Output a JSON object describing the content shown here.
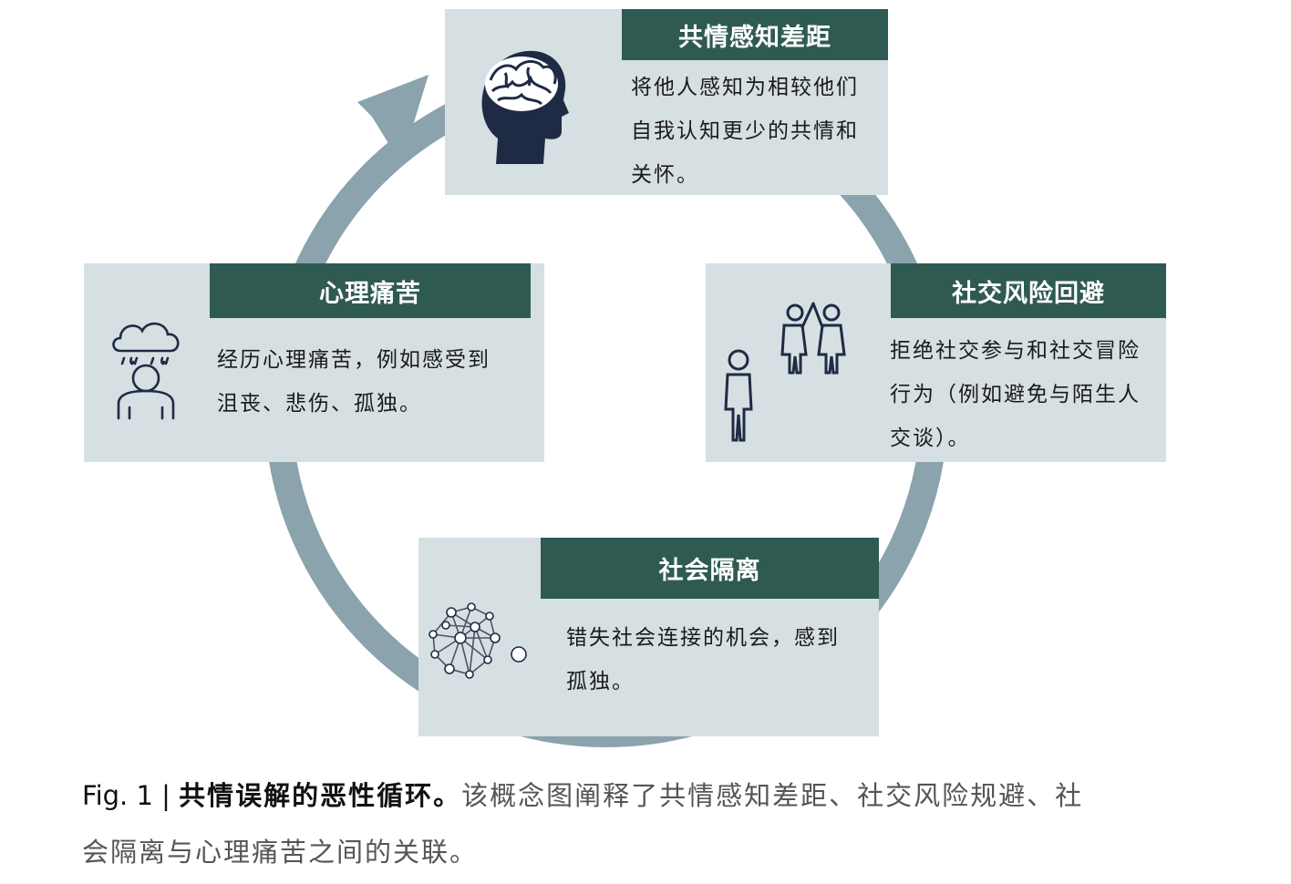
{
  "diagram": {
    "nodes": [
      {
        "id": "empathy-gap",
        "title": "共情感知差距",
        "body_lines": [
          "将他人感知为相较他们",
          "自我认知更少的共情和",
          "关怀。"
        ],
        "icon": "brain-head-icon"
      },
      {
        "id": "social-risk-avoidance",
        "title": "社交风险回避",
        "body_lines": [
          "拒绝社交参与和社交冒险",
          "行为（例如避免与陌生人",
          "交谈）。"
        ],
        "icon": "excluded-person-icon"
      },
      {
        "id": "social-isolation",
        "title": "社会隔离",
        "body_lines": [
          "错失社会连接的机会，感到",
          "孤独。"
        ],
        "icon": "network-isolation-icon"
      },
      {
        "id": "psychological-distress",
        "title": "心理痛苦",
        "body_lines": [
          "经历心理痛苦，例如感受到",
          "沮丧、悲伤、孤独。"
        ],
        "icon": "raincloud-person-icon"
      }
    ],
    "edges": [
      {
        "from": "empathy-gap",
        "to": "social-risk-avoidance"
      },
      {
        "from": "social-risk-avoidance",
        "to": "social-isolation"
      },
      {
        "from": "social-isolation",
        "to": "psychological-distress"
      },
      {
        "from": "psychological-distress",
        "to": "empathy-gap"
      }
    ],
    "colors": {
      "card_bg": "#d6dfe2",
      "header_bg": "#2f5a52",
      "arrow": "#8aa3ac",
      "icon": "#1f2a44"
    }
  },
  "caption": {
    "fig_label": "Fig. 1 | ",
    "title": "共情误解的恶性循环。",
    "text_line1": "该概念图阐释了共情感知差距、社交风险规避、社",
    "text_line2": "会隔离与心理痛苦之间的关联。"
  }
}
